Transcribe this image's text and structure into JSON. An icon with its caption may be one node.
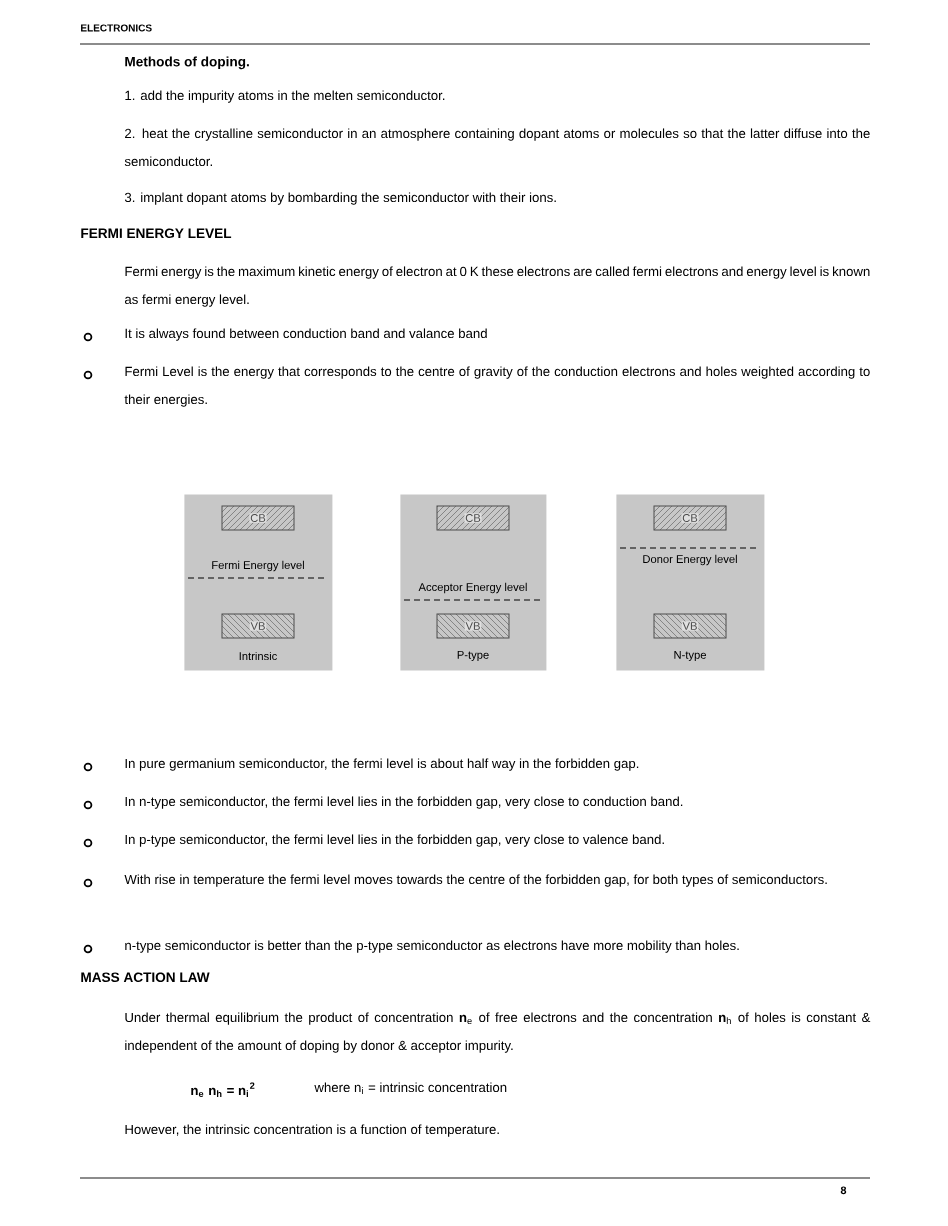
{
  "diagram": {
    "nodes": [
      {
        "text": [
          "Fermi Energy level",
          "Intrinsic"
        ]
      },
      {
        "text": [
          "CB"
        ],
        "in": 0
      },
      {
        "text": [
          "VB"
        ],
        "in": 0
      },
      {
        "text": [
          "Acceptor Energy level",
          "P-type"
        ]
      },
      {
        "text": [
          "CB"
        ],
        "in": 3
      },
      {
        "text": [
          "VB"
        ],
        "in": 3
      },
      {
        "text": [
          "Donor Energy level",
          "N-type"
        ]
      },
      {
        "text": [
          "CB"
        ],
        "in": 6
      },
      {
        "text": [
          "VB"
        ],
        "in": 6
      }
    ],
    "labels": [
      "ELECTRONICS",
      "Methods of doping.",
      "1. add the impurity atoms in the melten semiconductor.",
      "2. heat the crystalline semiconductor in an atmosphere containing dopant atoms or molecules so that the latter diffuse into the semiconductor.",
      "3. implant dopant atoms by bombarding the semiconductor with their ions.",
      "FERMI ENERGY LEVEL",
      "Fermi energy is the maximum kinetic energy of electron at 0 K these electrons are called fermi electrons and energy level is known as fermi energy level.",
      "It is always found between conduction band and valance band",
      "Fermi Level is the energy that corresponds to the centre of gravity of the conduction electrons and holes weighted according to their energies.",
      "In pure germanium semiconductor, the fermi level is about half way in the forbidden gap.",
      "In n-type semiconductor, the fermi level lies in the forbidden gap, very close to conduction band.",
      "In p-type semiconductor, the fermi level lies in the forbidden gap, very close to valence band.",
      "With rise in temperature the fermi level moves towards the centre of the forbidden gap, for both types of semiconductors.",
      "n-type semiconductor is better than the p-type semiconductor as electrons have more mobility than holes.",
      "MASS ACTION LAW",
      "Under thermal equilibrium the product of concentration **n**$_{e}$ of free electrons and the concentration **n**$_{h}$ of holes is constant & independent of the amount of doping by donor & acceptor impurity.",
      "n$_{e}$ n$_{h}$ = n$_{i}$$^{2}$",
      "where n$_{i}$ = intrinsic concentration",
      "However, the intrinsic concentration is a function of temperature.",
      "8"
    ]
  }
}
